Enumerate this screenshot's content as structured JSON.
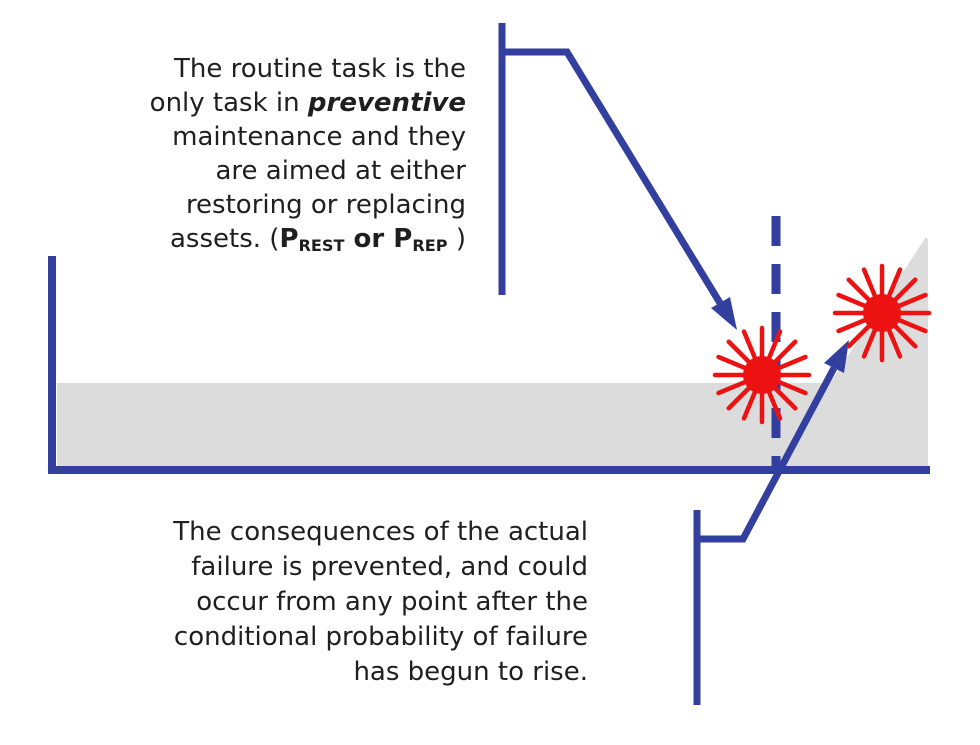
{
  "colors": {
    "accent_blue": "#323f9f",
    "failure_red": "#ec1212",
    "curve_gray": "#dcdcdc",
    "text": "#1f1f1f",
    "background": "#ffffff"
  },
  "icons": {
    "starburst_1": "failure-starburst",
    "starburst_2": "failure-starburst",
    "top_arrow": "arrow-down-right",
    "bottom_arrow": "arrow-up-right",
    "dashed_line": "potential-failure-dashed-line"
  },
  "callout_top": {
    "line1": "The routine task is the",
    "line2_prefix": "only task in ",
    "line2_emphasis": "preventive",
    "line3": "maintenance and they",
    "line4": "are aimed at either",
    "line5": "restoring or replacing",
    "line6_prefix": "assets. (",
    "term1_base": "P",
    "term1_sub": "REST",
    "conjunction": " or ",
    "term2_base": "P",
    "term2_sub": "REP",
    "line6_suffix": " )"
  },
  "callout_bottom": {
    "line1": "The consequences of the actual",
    "line2": "failure is prevented, and could",
    "line3": "occur from any point after the",
    "line4": "conditional probability of failure",
    "line5": "has begun to rise."
  }
}
